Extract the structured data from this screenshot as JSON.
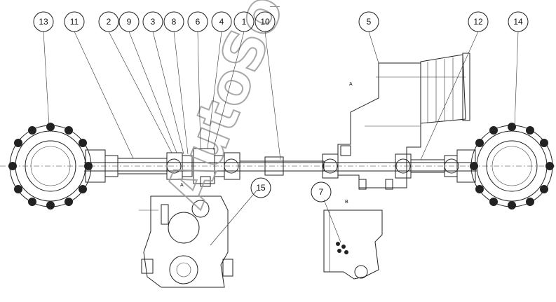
{
  "header": {
    "scale_note": "——"
  },
  "watermark": {
    "text": "AutoSoft"
  },
  "callouts": [
    {
      "id": "13",
      "label": "13"
    },
    {
      "id": "11",
      "label": "11"
    },
    {
      "id": "2",
      "label": "2"
    },
    {
      "id": "9",
      "label": "9"
    },
    {
      "id": "3",
      "label": "3"
    },
    {
      "id": "8",
      "label": "8"
    },
    {
      "id": "6",
      "label": "6"
    },
    {
      "id": "4",
      "label": "4"
    },
    {
      "id": "1",
      "label": "1"
    },
    {
      "id": "10",
      "label": "10"
    },
    {
      "id": "5",
      "label": "5"
    },
    {
      "id": "12",
      "label": "12"
    },
    {
      "id": "14",
      "label": "14"
    },
    {
      "id": "15",
      "label": "15"
    },
    {
      "id": "7",
      "label": "7"
    }
  ],
  "view_marks": {
    "mark_a": "A",
    "mark_a2": "A",
    "mark_b": "B"
  },
  "colors": {
    "line": "#222222",
    "watermark": "#9a9a9a",
    "background": "#ffffff"
  }
}
